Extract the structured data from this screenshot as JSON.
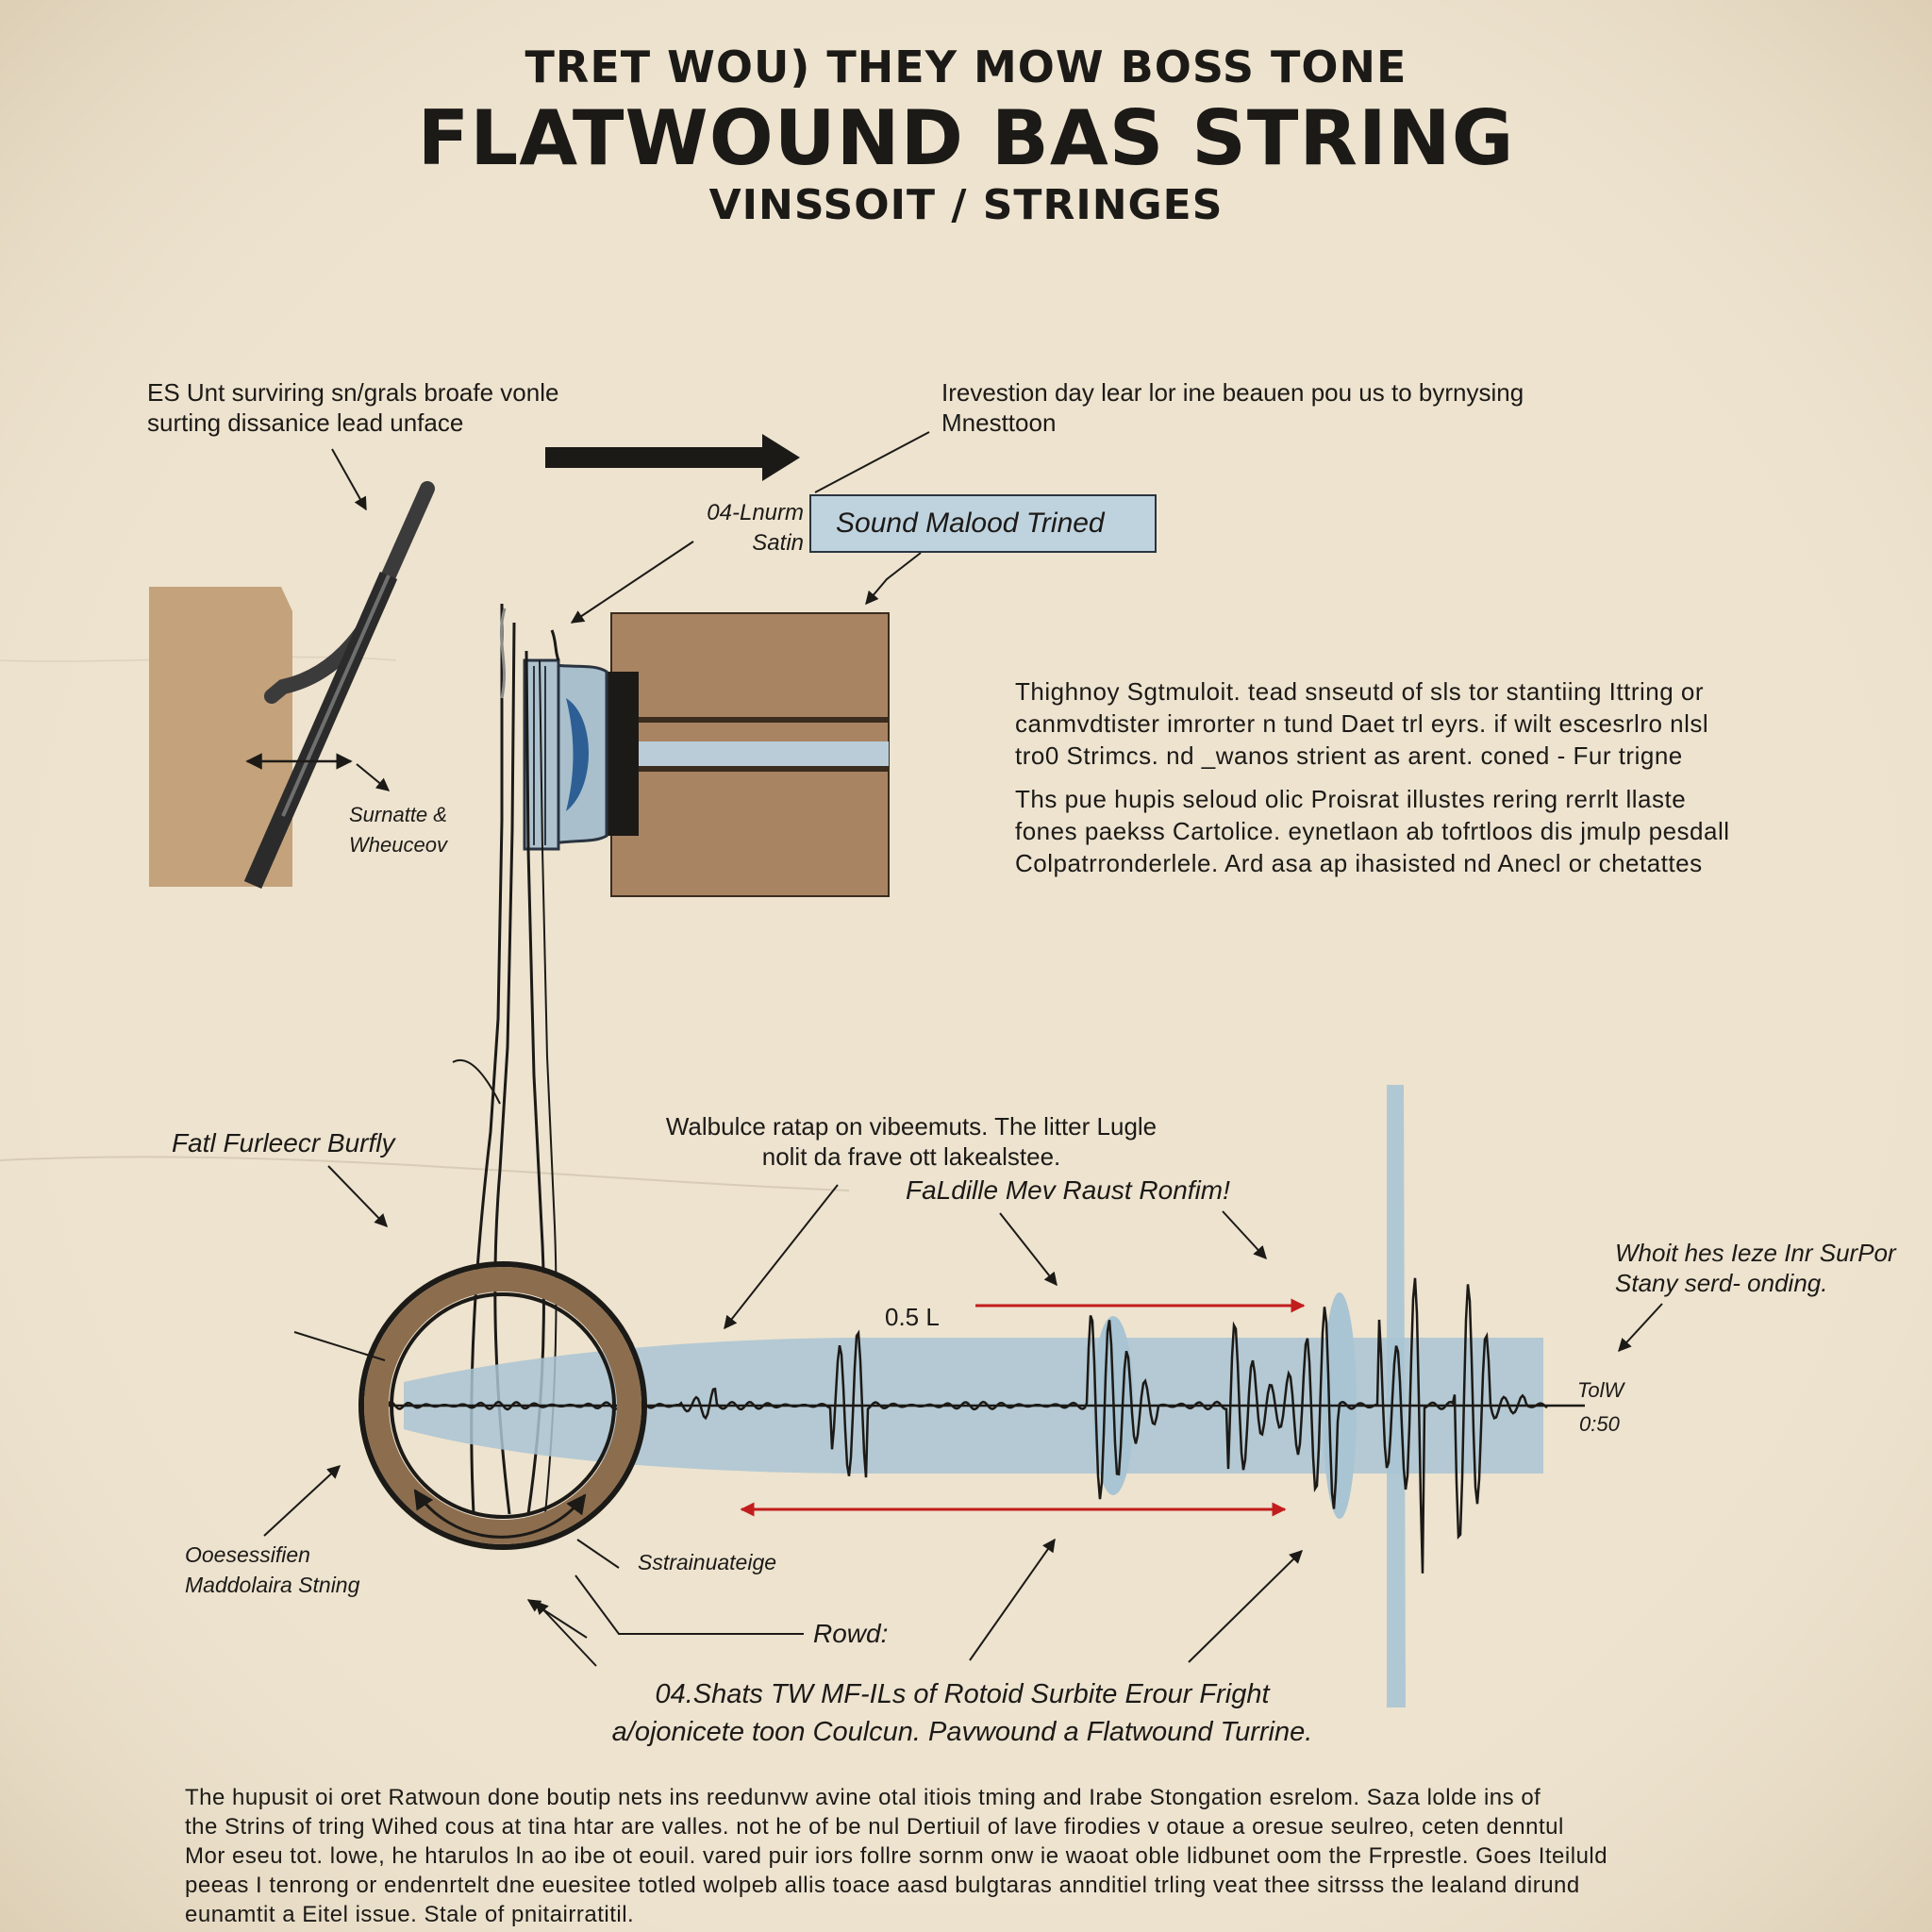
{
  "header": {
    "kicker": "TRET WOU) THEY MOW BOSS TONE",
    "title": "FLATWOUND BAS STRING",
    "subtitle": "VINSSOIT / STRINGES"
  },
  "labels": {
    "top_left": [
      "ES Unt surviring sn/grals broafe vonle",
      "surting dissanice lead unface"
    ],
    "top_right": [
      "Irevestion day lear lor ine beauen pou us to byrnysing",
      "Mnesttoon"
    ],
    "callout": "Sound Malood Trined",
    "pickup_gauge": [
      "04-Lnurm",
      "Satin"
    ],
    "surface": [
      "Surnatte &",
      "Wheuceov"
    ],
    "fret": "Fatl Furleecr Burfly",
    "wave_note": [
      "Walbulce ratap on vibeemuts. The litter Lugle",
      "nolit da frave ott lakealstee."
    ],
    "feature": "FaLdille Mev Raust Ronfim!",
    "right_note": [
      "Whoit hes Ieze Inr SurPor",
      "Stany serd- onding."
    ],
    "scale_value": "0.5 L",
    "axis_top": "TolW",
    "axis_bottom": "0:50",
    "ring_label": [
      "Ooesessifien",
      "Maddolaira Stning"
    ],
    "saturation": "Sstrainuateige",
    "round": "Rowd:",
    "bottom_caption": [
      "04.Shats TW MF-ILs of  Rotoid Surbite Erour Fright",
      "a/ojonicete toon  Coulcun.  Pavwound a Flatwound Turrine."
    ]
  },
  "paragraphs": {
    "right_1": [
      "Thighnoy Sgtmuloit. tead snseutd of sls tor  stantiing  Ittring or",
      "canmvdtister imrorter n tund  Daet trl eyrs. if wilt escesrlro nlsl",
      "tro0 Strimcs. nd _wanos strient as arent. coned - Fur trigne"
    ],
    "right_2": [
      "Ths pue hupis seloud olic Proisrat illustes rering rerrlt llaste",
      "fones paekss  Cartolice. eynetlaon ab tofrtloos dis jmulp pesdall",
      "Colpatrronderlele. Ard asa  ap ihasisted  nd Anecl or chetattes"
    ],
    "bottom": [
      "The hupusit oi oret Ratwoun done boutip nets ins reedunvw avine otal itiois tming and Irabe Stongation esrelom. Saza lolde ins of",
      "the Strins of  tring Wihed cous at tina htar are valles. not he of be nul Dertiuil of lave firodies v otaue a oresue seulreo, ceten denntul",
      "Mor  eseu tot. lowe, he htarulos ln ao ibe ot eouil. vared puir iors follre sornm onw ie waoat oble lidbunet oom the Frprestle. Goes Iteiluld",
      "peeas I tenrong or endenrtelt dne euesitee totled wolpeb allis toace aasd bulgtaras annditiel trling veat thee sitrsss the lealand dirund",
      "eunamtit a Eitel issue.  Stale of pnitairratitil."
    ]
  },
  "colors": {
    "paper": "#ede3cf",
    "ink": "#1c1a17",
    "wood": "#b08a63",
    "wave_fill": "#a9c4d3",
    "accent_red": "#c21d1d",
    "accent_blue": "#2d5f95"
  }
}
